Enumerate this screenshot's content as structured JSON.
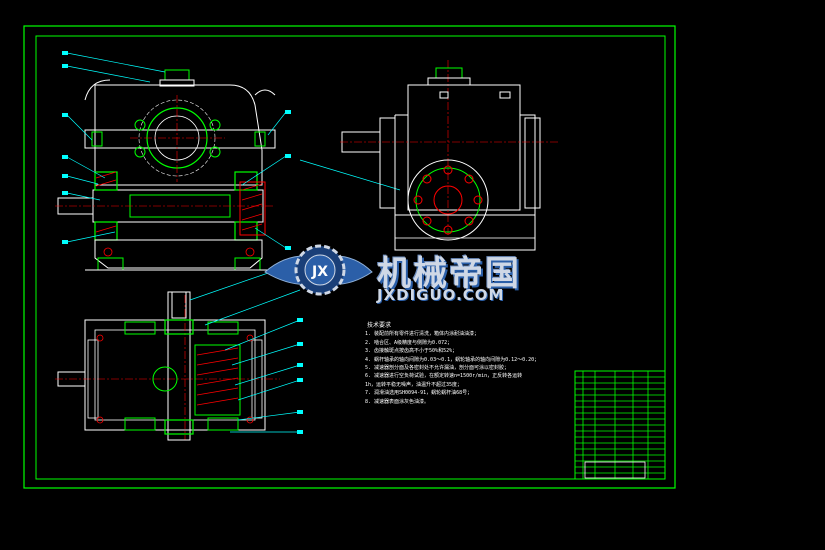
{
  "colors": {
    "background": "#000000",
    "frame": "#00ff00",
    "outline": "#ffffff",
    "part": "#00ff00",
    "hatch": "#ff0000",
    "centerline": "#ff0000",
    "leader": "#00ffff",
    "balloon": "#00ffff",
    "watermark_text": "#cfd8e6",
    "watermark_shadow": "#2b5fa8"
  },
  "watermark": {
    "logo_letters": "JX",
    "title": "机械帝国",
    "url": "JXDIGUO.COM"
  },
  "technical_notes": {
    "title": "技术要求",
    "lines": [
      "1. 装配前所有零件进行清洗，箱体内涂耐油油漆；",
      "2. 啮合区、A级精度与侧隙为0.072；",
      "3. 齿接触斑点按齿高不小于50%和52%；",
      "4. 蜗杆轴承的轴向间隙为0.03～0.1，蜗轮轴承的轴向间隙为0.12～0.20；",
      "5. 减速器剖分面及各密封处不允许漏油，剖分面可涂以密封胶；",
      "6. 减速器进行空负荷试验，在额定转速n=1500r/min，正反转各运转",
      "1h，运转平稳无噪声，油温升不超过35度；",
      "7. 润滑油选用SH0094-91，蜗轮蜗杆油68号；",
      "8. 减速器表面涂灰色油漆。"
    ]
  }
}
